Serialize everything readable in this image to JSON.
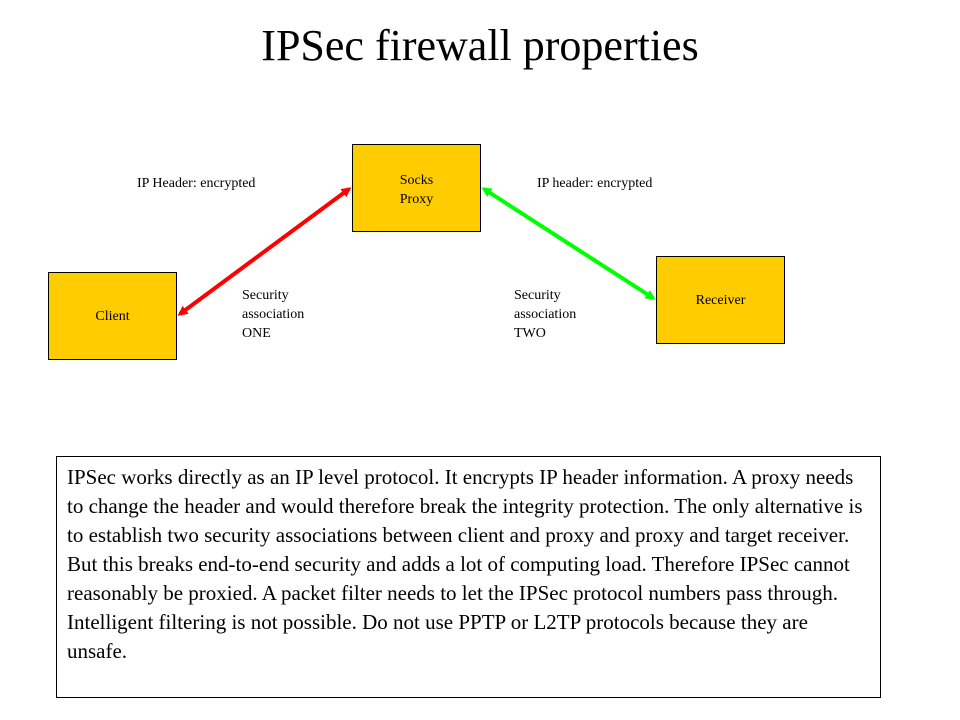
{
  "slide": {
    "title": "IPSec firewall properties"
  },
  "diagram": {
    "nodes": {
      "client": "Client",
      "proxy": "Socks Proxy",
      "receiver": "Receiver"
    },
    "labels": {
      "ip_header_left": "IP Header: encrypted",
      "ip_header_right": "IP header: encrypted",
      "sa_one": [
        "Security",
        "association",
        "ONE"
      ],
      "sa_two": [
        "Security",
        "association",
        "TWO"
      ]
    },
    "arrow_colors": {
      "client_proxy": "#ff0000",
      "proxy_receiver": "#00ff00"
    },
    "node_fill": "#ffcc00"
  },
  "description": "IPSec works directly as an IP level protocol. It encrypts IP header information. A proxy needs to change the header and would therefore break the integrity protection. The only alternative is to establish two security associations between client and proxy and proxy and target receiver. But this breaks end-to-end security and adds a lot of computing load. Therefore IPSec cannot reasonably be proxied. A packet filter needs to let the IPSec protocol numbers pass through. Intelligent filtering is not possible. Do not use PPTP or L2TP protocols because they are unsafe."
}
